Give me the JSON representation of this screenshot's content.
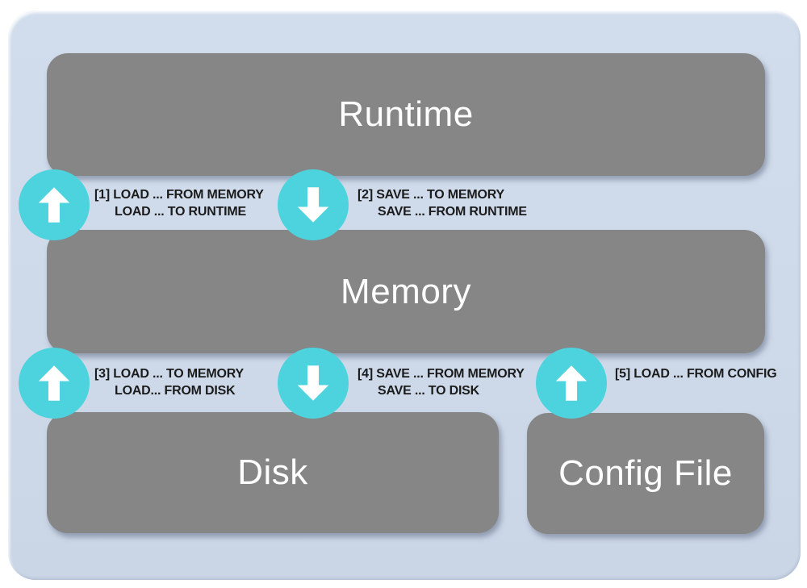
{
  "diagram": {
    "boxes": [
      {
        "title": "Runtime"
      },
      {
        "title": "Memory"
      },
      {
        "title": "Disk"
      },
      {
        "title": "Config File"
      }
    ],
    "steps": [
      {
        "num": "1",
        "direction": "up",
        "line1": "[1] LOAD ... FROM MEMORY",
        "line2": "LOAD ... TO RUNTIME"
      },
      {
        "num": "2",
        "direction": "down",
        "line1": "[2] SAVE ... TO MEMORY",
        "line2": "SAVE ... FROM RUNTIME"
      },
      {
        "num": "3",
        "direction": "up",
        "line1": "[3] LOAD ... TO MEMORY",
        "line2": "LOAD... FROM DISK"
      },
      {
        "num": "4",
        "direction": "down",
        "line1": "[4] SAVE ... FROM MEMORY",
        "line2": "SAVE ... TO DISK"
      },
      {
        "num": "5",
        "direction": "up",
        "line1": "[5] LOAD ... FROM CONFIG",
        "line2": ""
      }
    ],
    "colors": {
      "panel_blue": "#cedaea",
      "box_gray": "#868686",
      "arrow_teal": "#4cd3de",
      "title_text": "#ffffff",
      "label_text": "#1b1b1b"
    }
  }
}
